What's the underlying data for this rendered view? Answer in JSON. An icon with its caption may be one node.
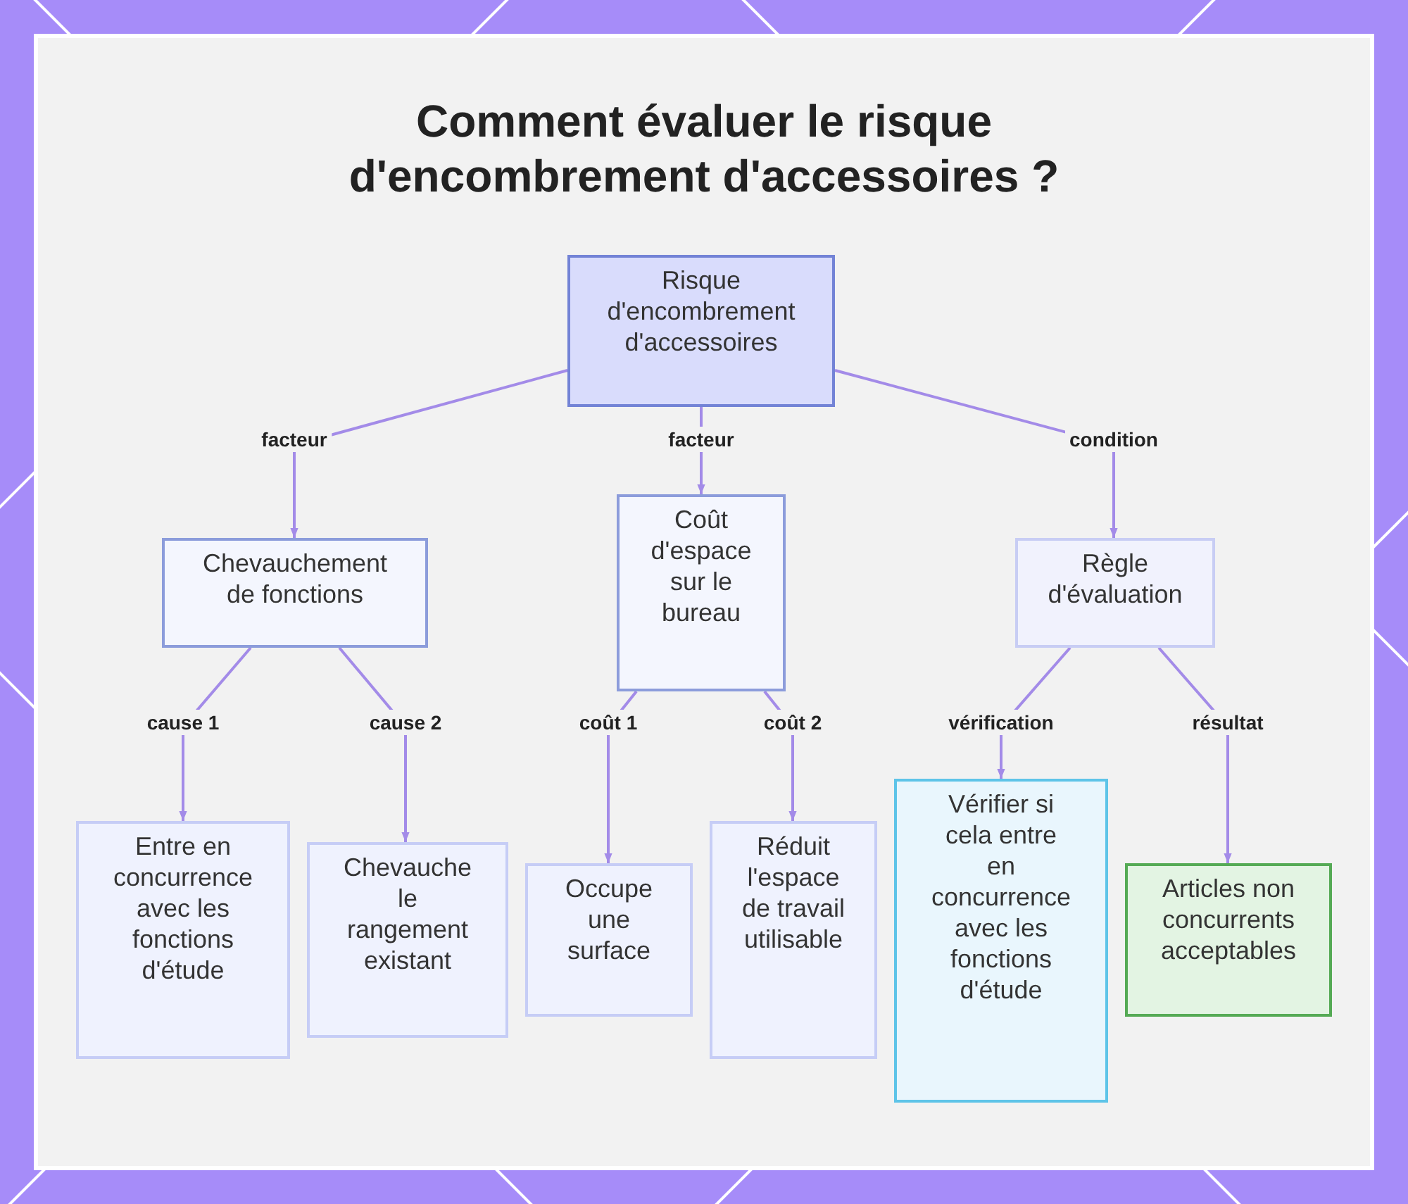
{
  "diagram": {
    "title": "Comment évaluer le risque d'encombrement d'accessoires ?",
    "nodes": [
      {
        "text": [
          "Risque d'encombrement d'accessoires"
        ]
      },
      {
        "text": [
          "Chevauchement de fonctions"
        ]
      },
      {
        "text": [
          "Coût d'espace sur le bureau"
        ]
      },
      {
        "text": [
          "Règle d'évaluation"
        ]
      },
      {
        "text": [
          "Entre en concurrence avec les fonctions d'étude"
        ]
      },
      {
        "text": [
          "Chevauche le rangement existant"
        ]
      },
      {
        "text": [
          "Occupe une surface"
        ]
      },
      {
        "text": [
          "Réduit l'espace de travail utilisable"
        ]
      },
      {
        "text": [
          "Vérifier si cela entre en concurrence avec les fonctions d'étude"
        ]
      },
      {
        "text": [
          "Articles non concurrents acceptables"
        ]
      }
    ],
    "edges": [
      {
        "from": 0,
        "to": 1,
        "arrow": "to",
        "label": "facteur"
      },
      {
        "from": 0,
        "to": 2,
        "arrow": "to",
        "label": "facteur"
      },
      {
        "from": 0,
        "to": 3,
        "arrow": "to",
        "label": "condition"
      },
      {
        "from": 1,
        "to": 4,
        "arrow": "to",
        "label": "cause 1"
      },
      {
        "from": 1,
        "to": 5,
        "arrow": "to",
        "label": "cause 2"
      },
      {
        "from": 2,
        "to": 6,
        "arrow": "to",
        "label": "coût 1"
      },
      {
        "from": 2,
        "to": 7,
        "arrow": "to",
        "label": "coût 2"
      },
      {
        "from": 3,
        "to": 8,
        "arrow": "to",
        "label": "vérification"
      },
      {
        "from": 3,
        "to": 9,
        "arrow": "to",
        "label": "résultat"
      }
    ]
  }
}
